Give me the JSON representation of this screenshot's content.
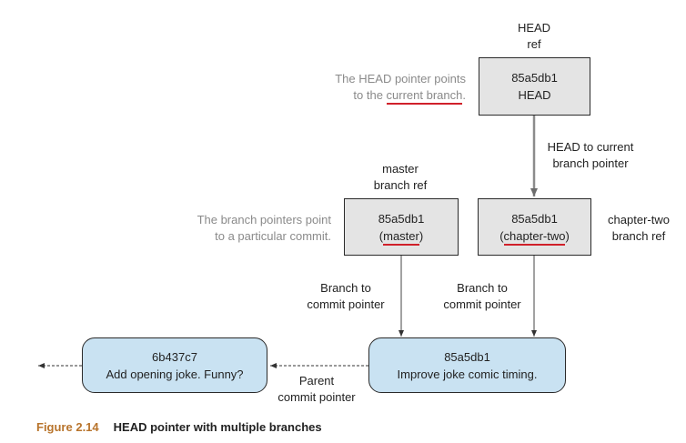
{
  "head_ref": {
    "label_line1": "HEAD",
    "label_line2": "ref",
    "hash": "85a5db1",
    "name": "HEAD"
  },
  "head_note": {
    "line1": "The HEAD pointer points",
    "line2_prefix": "to the ",
    "line2_underlined": "current branch",
    "line2_suffix": "."
  },
  "head_arrow_label": {
    "line1": "HEAD to current",
    "line2": "branch pointer"
  },
  "master_ref": {
    "label_line1": "master",
    "label_line2": "branch ref",
    "hash": "85a5db1",
    "name": "(master)",
    "open": "(",
    "name_underlined": "master",
    "close": ")"
  },
  "branch_note": {
    "line1": "The branch pointers point",
    "line2": "to a particular commit."
  },
  "chapter_two_ref": {
    "label_line1": "chapter-two",
    "label_line2": "branch ref",
    "hash": "85a5db1",
    "open": "(",
    "name_underlined": "chapter-two",
    "close": ")"
  },
  "master_arrow_label": {
    "line1": "Branch to",
    "line2": "commit pointer"
  },
  "chapter_arrow_label": {
    "line1": "Branch to",
    "line2": "commit pointer"
  },
  "commit_current": {
    "hash": "85a5db1",
    "message": "Improve joke comic timing."
  },
  "commit_parent": {
    "hash": "6b437c7",
    "message": "Add opening joke. Funny?"
  },
  "parent_arrow_label": {
    "line1": "Parent",
    "line2": "commit pointer"
  },
  "caption": {
    "number": "Figure 2.14",
    "title": "HEAD pointer with multiple branches"
  },
  "colors": {
    "ref_box": "#e4e4e4",
    "commit_box": "#c9e2f2",
    "underline": "#d0202a",
    "arrow": "#777777",
    "caption_number": "#b8742c"
  }
}
